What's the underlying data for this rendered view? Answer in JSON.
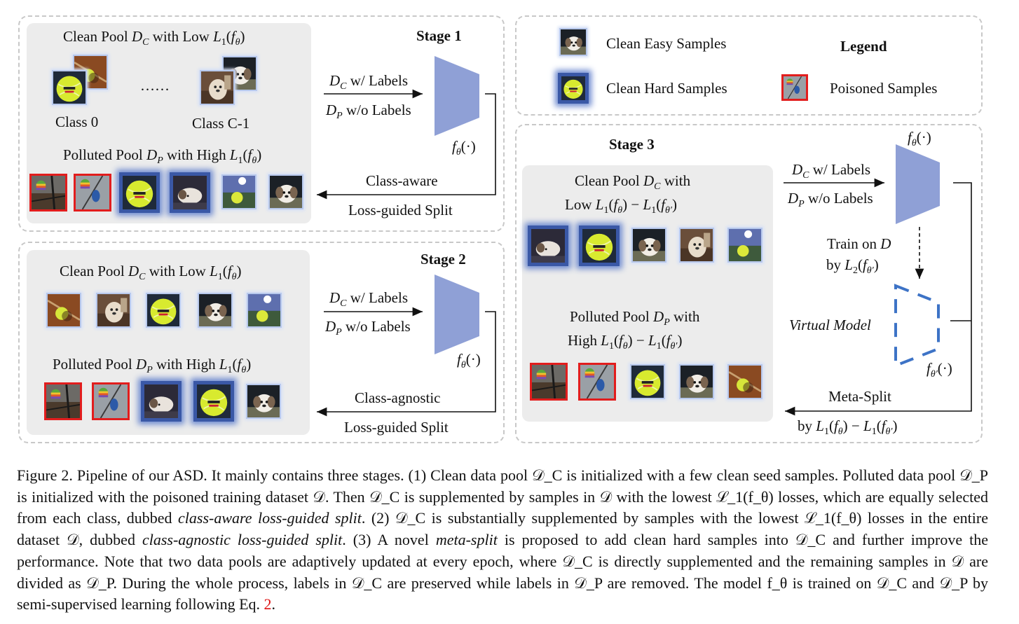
{
  "stage1": {
    "title": "Stage 1",
    "clean_pool": "Clean Pool D_C with Low L_1(f_θ)",
    "class0": "Class 0",
    "classC": "Class C-1",
    "dots": "……",
    "polluted_pool": "Polluted Pool D_P with High L_1(f_θ)",
    "dc_labels": "D_C w/ Labels",
    "dp_nolabels": "D_P w/o Labels",
    "model": "f_θ(·)",
    "split_line1": "Class-aware",
    "split_line2": "Loss-guided Split"
  },
  "stage2": {
    "title": "Stage 2",
    "clean_pool": "Clean Pool D_C with Low L_1(f_θ)",
    "polluted_pool": "Polluted Pool D_P with High L_1(f_θ)",
    "dc_labels": "D_C w/ Labels",
    "dp_nolabels": "D_P w/o Labels",
    "model": "f_θ(·)",
    "split_line1": "Class-agnostic",
    "split_line2": "Loss-guided Split"
  },
  "stage3": {
    "title": "Stage 3",
    "clean_pool_line1": "Clean Pool D_C with",
    "clean_pool_line2": "Low L_1(f_θ) − L_1(f_θ′)",
    "polluted_pool_line1": "Polluted Pool D_P with",
    "polluted_pool_line2": "High L_1(f_θ) − L_1(f_θ′)",
    "dc_labels": "D_C w/ Labels",
    "dp_nolabels": "D_P w/o Labels",
    "model": "f_θ(·)",
    "train_line1": "Train on D",
    "train_line2": "by L_2(f_θ′)",
    "virtual_model": "Virtual Model",
    "virtual_fn": "f_θ′(·)",
    "split_line1": "Meta-Split",
    "split_line2": "by L_1(f_θ) − L_1(f_θ′)"
  },
  "legend": {
    "title": "Legend",
    "easy": "Clean Easy Samples",
    "hard": "Clean Hard Samples",
    "poison": "Poisoned Samples"
  },
  "caption": {
    "figure_label": "Figure 2.",
    "text_1": "Pipeline of our ASD. It mainly contains three stages. (1) Clean data pool 𝒟_C is initialized with a few clean seed samples. Polluted data pool 𝒟_P is initialized with the poisoned training dataset 𝒟. Then 𝒟_C is supplemented by samples in 𝒟 with the lowest ℒ_1(f_θ) losses, which are equally selected from each class, dubbed",
    "em_1": "class-aware loss-guided split",
    "text_2": ". (2) 𝒟_C is substantially supplemented by samples with the lowest ℒ_1(f_θ) losses in the entire dataset 𝒟, dubbed",
    "em_2": "class-agnostic loss-guided split",
    "text_3": ". (3) A novel",
    "em_3": "meta-split",
    "text_4": "is proposed to add clean hard samples into 𝒟_C and further improve the performance. Note that two data pools are adaptively updated at every epoch, where 𝒟_C is directly supplemented and the remaining samples in 𝒟 are divided as 𝒟_P. During the whole process, labels in 𝒟_C are preserved while labels in 𝒟_P are removed. The model f_θ is trained on 𝒟_C and 𝒟_P by semi-supervised learning following Eq.",
    "eq_ref": "2",
    "text_end": "."
  },
  "colors": {
    "panel_border": "#c8c8c8",
    "pool_bg": "#ececec",
    "model": "#8fa0d6",
    "virtual_model": "#3d73c6",
    "hard_border": "#3a58a6",
    "poison_border": "#e21d1d",
    "eq_ref": "#d11111"
  },
  "icons": [
    "tennis-ball-image",
    "puppy-image",
    "dog-face-image",
    "poisoned-apple-logo-image",
    "night-ball-image"
  ]
}
